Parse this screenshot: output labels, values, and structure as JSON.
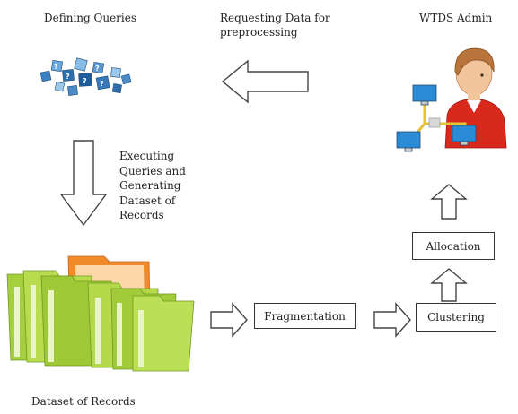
{
  "labels": {
    "defining_queries": "Defining Queries",
    "requesting_data": "Requesting Data for\npreprocessing",
    "wtds_admin": "WTDS Admin",
    "executing_queries": "Executing\nQueries and\nGenerating\nDataset of\nRecords",
    "dataset_of_records": "Dataset of Records"
  },
  "boxes": {
    "fragmentation": "Fragmentation",
    "clustering": "Clustering",
    "allocation": "Allocation"
  },
  "icons": {
    "queries": "query-cubes-icon",
    "admin": "admin-user-network-icon",
    "records": "folders-icon"
  }
}
